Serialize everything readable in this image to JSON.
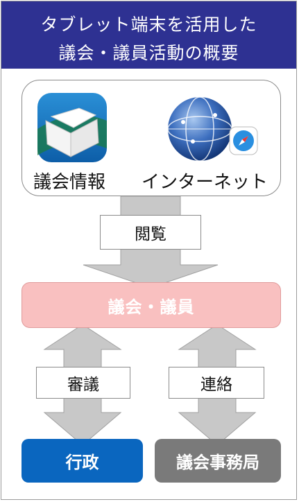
{
  "header": {
    "line1": "タブレット端末を活用した",
    "line2": "議会・議員活動の概要"
  },
  "sources": {
    "app_info_label": "議会情報",
    "internet_label": "インターネット"
  },
  "flow": {
    "browse_label": "閲覧",
    "council_label": "議会・議員",
    "review_label": "審議",
    "contact_label": "連絡",
    "government_label": "行政",
    "secretariat_label": "議会事務局"
  },
  "colors": {
    "header_bg": "#2e3192",
    "council_bg": "#f9c0c0",
    "government_bg": "#0a66bf",
    "secretariat_bg": "#7a7a7a",
    "arrow_gray": "#c8c8c8"
  }
}
